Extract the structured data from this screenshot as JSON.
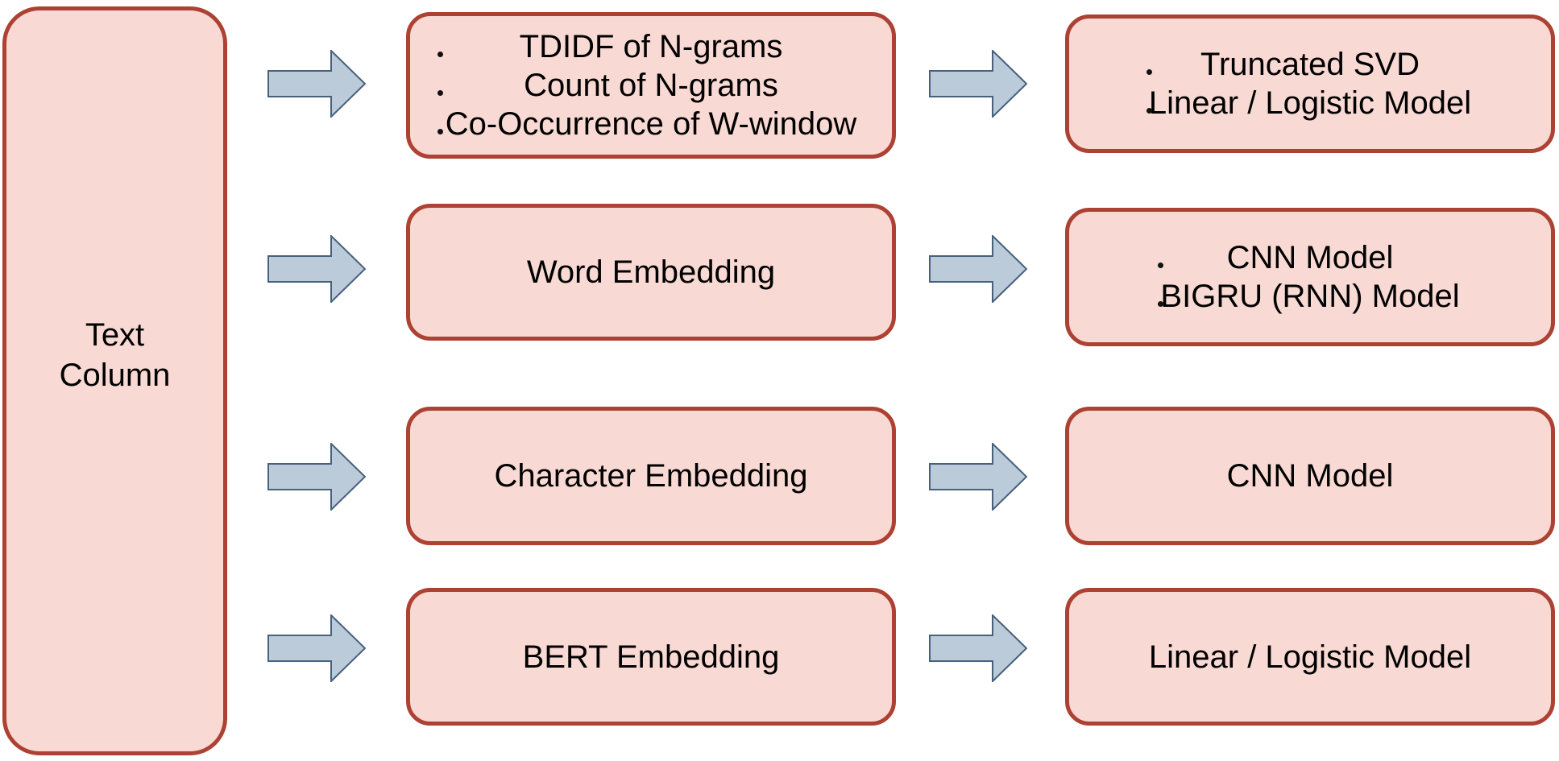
{
  "diagram": {
    "source_box": {
      "lines": [
        "Text",
        "Column"
      ]
    },
    "rows": [
      {
        "features": {
          "lines": [
            {
              "bullet": true,
              "text": "TDIDF of N-grams"
            },
            {
              "bullet": true,
              "text": "Count of N-grams"
            },
            {
              "bullet": true,
              "text": "Co-Occurrence of W-window"
            }
          ]
        },
        "models": {
          "lines": [
            {
              "bullet": true,
              "text": "Truncated SVD"
            },
            {
              "bullet": true,
              "text": "Linear / Logistic Model"
            }
          ]
        }
      },
      {
        "features": {
          "lines": [
            {
              "bullet": false,
              "text": "Word Embedding"
            }
          ]
        },
        "models": {
          "lines": [
            {
              "bullet": true,
              "text": "CNN Model"
            },
            {
              "bullet": true,
              "text": "BIGRU (RNN) Model"
            }
          ]
        }
      },
      {
        "features": {
          "lines": [
            {
              "bullet": false,
              "text": "Character Embedding"
            }
          ]
        },
        "models": {
          "lines": [
            {
              "bullet": false,
              "text": "CNN Model"
            }
          ]
        }
      },
      {
        "features": {
          "lines": [
            {
              "bullet": false,
              "text": "BERT Embedding"
            }
          ]
        },
        "models": {
          "lines": [
            {
              "bullet": false,
              "text": "Linear / Logistic Model"
            }
          ]
        }
      }
    ],
    "colors": {
      "box_fill": "#f8d9d3",
      "box_border": "#ad4133",
      "arrow_fill": "#bccbd9",
      "arrow_border": "#47607c",
      "text_color": "#000000",
      "bg": "#ffffff"
    }
  }
}
